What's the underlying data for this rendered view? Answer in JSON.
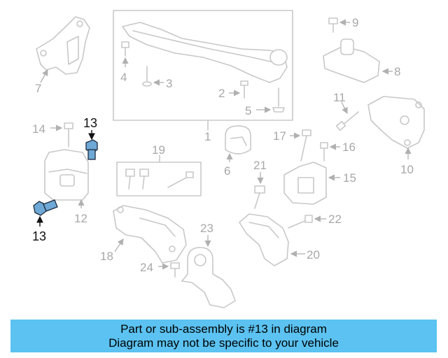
{
  "callouts": {
    "c1": "1",
    "c2": "2",
    "c3": "3",
    "c4": "4",
    "c5": "5",
    "c6": "6",
    "c7": "7",
    "c8": "8",
    "c9": "9",
    "c10": "10",
    "c11": "11",
    "c12": "12",
    "c13_top": "13",
    "c13_bottom": "13",
    "c14": "14",
    "c15": "15",
    "c16": "16",
    "c17": "17",
    "c18": "18",
    "c19": "19",
    "c20": "20",
    "c21": "21",
    "c22": "22",
    "c23": "23",
    "c24": "24"
  },
  "banner": {
    "line1": "Part or sub-assembly is #13 in diagram",
    "line2": "Diagram may not be specific to your vehicle"
  },
  "colors": {
    "banner_bg": "#5bc2f1",
    "highlight_part": "#6ea8d6",
    "part_outline": "#c8c8c8",
    "callout_text": "#a8a8a8"
  }
}
